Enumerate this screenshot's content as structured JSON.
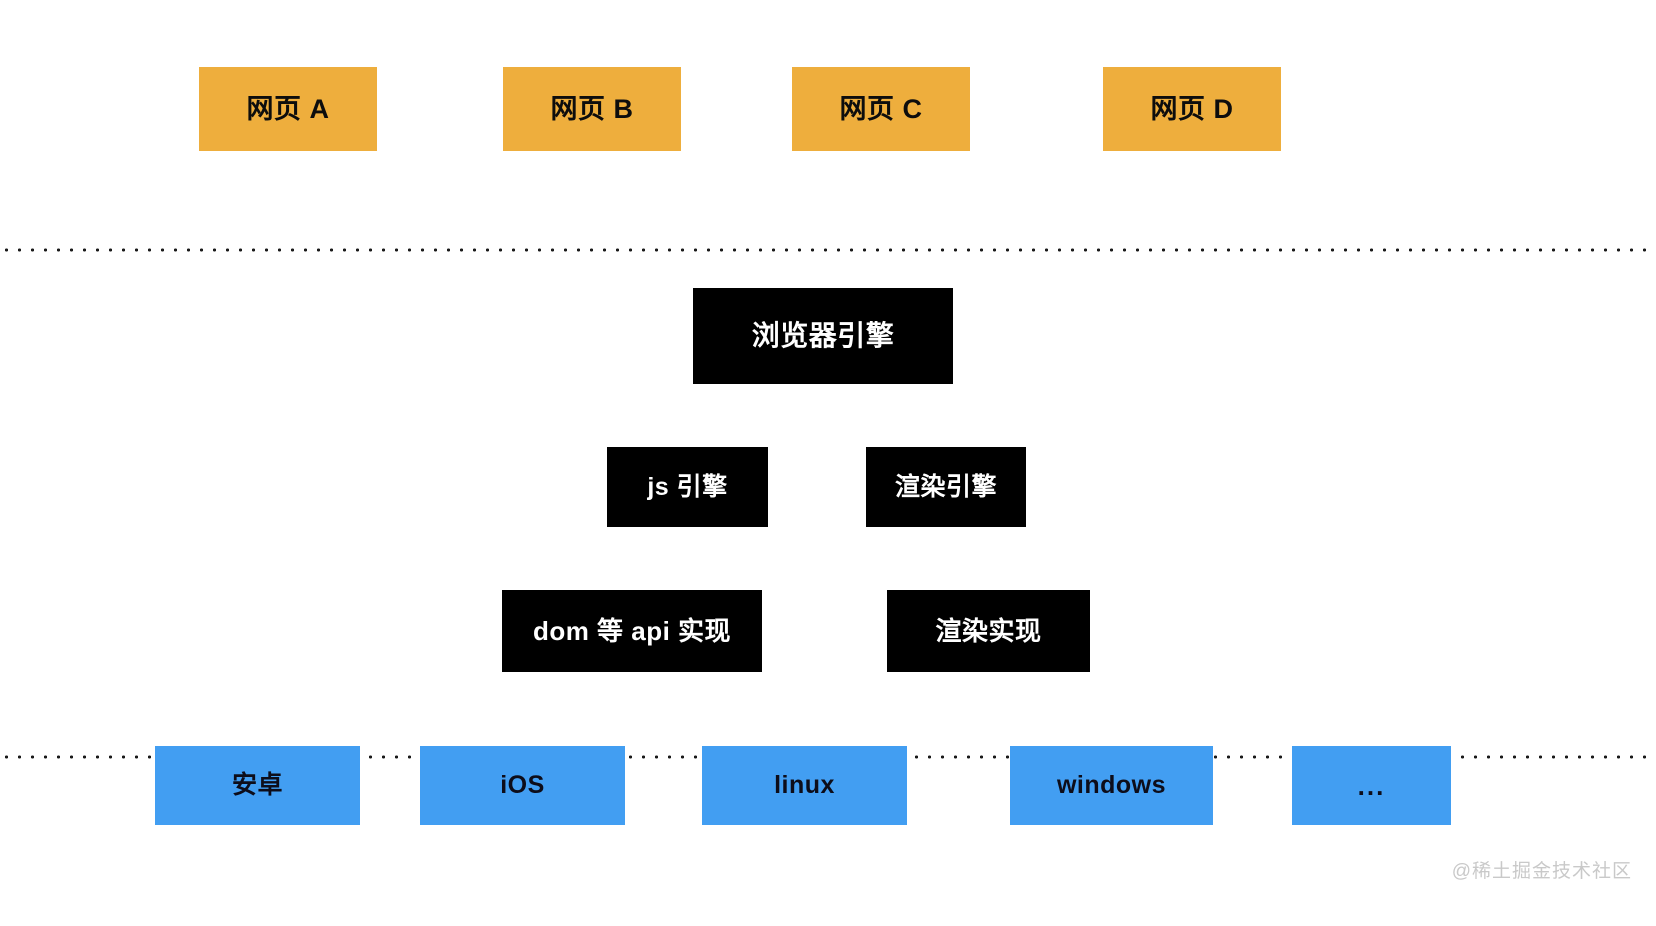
{
  "diagram": {
    "background_color": "#ffffff",
    "layers": [
      {
        "id": "web-pages",
        "role": "web page layer",
        "box_color": "#eeae3d",
        "text_color": "#0d0d0d",
        "nodes": [
          {
            "id": "page-a",
            "label": "网页 A"
          },
          {
            "id": "page-b",
            "label": "网页 B"
          },
          {
            "id": "page-c",
            "label": "网页 C"
          },
          {
            "id": "page-d",
            "label": "网页 D"
          }
        ]
      },
      {
        "id": "browser-engine-stack",
        "role": "browser engine layer",
        "box_color": "#000000",
        "text_color": "#ffffff",
        "rows": [
          {
            "id": "row-engine-root",
            "nodes": [
              {
                "id": "browser-engine",
                "label": "浏览器引擎"
              }
            ]
          },
          {
            "id": "row-engine-sub",
            "nodes": [
              {
                "id": "js-engine",
                "label": "js 引擎"
              },
              {
                "id": "render-engine",
                "label": "渲染引擎"
              }
            ]
          },
          {
            "id": "row-engine-impl",
            "nodes": [
              {
                "id": "dom-api-impl",
                "label": "dom 等 api 实现"
              },
              {
                "id": "render-impl",
                "label": "渲染实现"
              }
            ]
          }
        ]
      },
      {
        "id": "operating-systems",
        "role": "operating system layer",
        "box_color": "#429ef2",
        "text_color": "#0d0d1a",
        "nodes": [
          {
            "id": "os-android",
            "label": "安卓"
          },
          {
            "id": "os-ios",
            "label": "iOS"
          },
          {
            "id": "os-linux",
            "label": "linux"
          },
          {
            "id": "os-windows",
            "label": "windows"
          },
          {
            "id": "os-other",
            "label": "..."
          }
        ]
      }
    ],
    "dividers": [
      {
        "id": "divider-top",
        "style": "dotted",
        "color": "#1a1a1a"
      },
      {
        "id": "divider-bottom",
        "style": "dotted",
        "color": "#1a1a1a"
      }
    ],
    "watermark": {
      "text": "@稀土掘金技术社区",
      "color": "#c9c9c9"
    }
  }
}
